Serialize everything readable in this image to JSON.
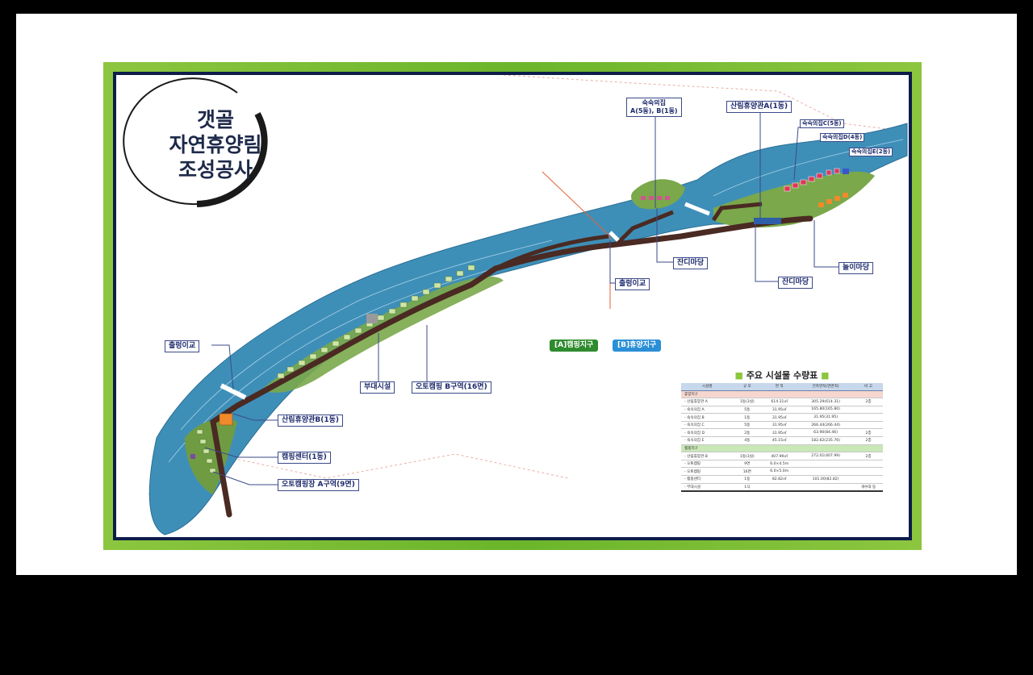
{
  "title_lines": [
    "갯골",
    "자연휴양림",
    "조성공사"
  ],
  "labels": {
    "bridge_left": "출렁이교",
    "forest_house_b": "산림휴양관B(1동)",
    "camping_center": "캠핑센터(1동)",
    "auto_camp_a": "오토캠핑장 A구역(9면)",
    "support_facility": "부대시설",
    "auto_camp_b": "오토캠핑 B구역(16면)",
    "bridge_center": "출렁이교",
    "lawn_center": "잔디마당",
    "lodging_ab_line1": "숙숙의집",
    "lodging_ab_line2": "A(5동), B(1동)",
    "forest_house_a": "산림휴양관A(1동)",
    "lodging_c": "숙숙의집C(5동)",
    "lodging_d": "숙숙의집D(4동)",
    "lodging_e": "숙숙의집E(2동)",
    "lawn_right": "잔디마당",
    "play_yard": "놀이마당"
  },
  "legend": {
    "camping": "[A]캠핑지구",
    "rest": "[B]휴양지구",
    "camping_color": "#2e8b2e",
    "rest_color": "#2a8fd6"
  },
  "facility_table": {
    "title": "주요 시설물 수량표",
    "headers": [
      "시설명",
      "규 모",
      "면 적",
      "건축면적(연면적)",
      "비 고"
    ],
    "sections": [
      {
        "name": "휴양지구",
        "rows": [
          [
            "- 산림휴양관 A",
            "1동(3실)",
            "614.31㎡",
            "305.29(614.31)",
            "2층"
          ],
          [
            "- 숙속의집 A",
            "5동",
            "31.95㎡",
            "165.80(165.80)",
            ""
          ],
          [
            "- 숙속의집 B",
            "1동",
            "31.95㎡",
            "31.95(31.95)",
            ""
          ],
          [
            "- 숙속의집 C",
            "5동",
            "31.95㎡",
            "266.44(266.44)",
            ""
          ],
          [
            "- 숙속의집 D",
            "2동",
            "31.95㎡",
            "63.90(84.46)",
            "2층"
          ],
          [
            "- 숙속의집 E",
            "4동",
            "45.15㎡",
            "182.62(235.76)",
            "2층"
          ]
        ]
      },
      {
        "name": "캠핑지구",
        "rows": [
          [
            "- 산림휴양관 B",
            "1동(3실)",
            "407.99㎡",
            "272.01(407.99)",
            "2층"
          ],
          [
            "- 오토캠핑",
            "9면",
            "6.0×4.5m",
            "",
            ""
          ],
          [
            "- 오토캠핑",
            "16면",
            "6.0×5.0m",
            "",
            ""
          ],
          [
            "- 캠핑센터",
            "1동",
            "82.82㎡",
            "101.00(82.82)",
            ""
          ],
          [
            "- 부대시설",
            "1식",
            "",
            "",
            "개수대 등"
          ]
        ]
      }
    ]
  }
}
